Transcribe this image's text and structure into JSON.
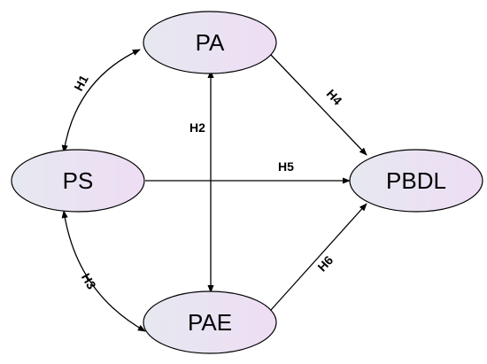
{
  "nodes": {
    "pa": "PA",
    "ps": "PS",
    "pae": "PAE",
    "pbdl": "PBDL"
  },
  "edges": {
    "h1": "H1",
    "h2": "H2",
    "h3": "H3",
    "h4": "H4",
    "h5": "H5",
    "h6": "H6"
  },
  "colors": {
    "node_fill_left": "#e6e8f0",
    "node_fill_right": "#eeddf4",
    "stroke": "#000000",
    "background": "#ffffff"
  }
}
